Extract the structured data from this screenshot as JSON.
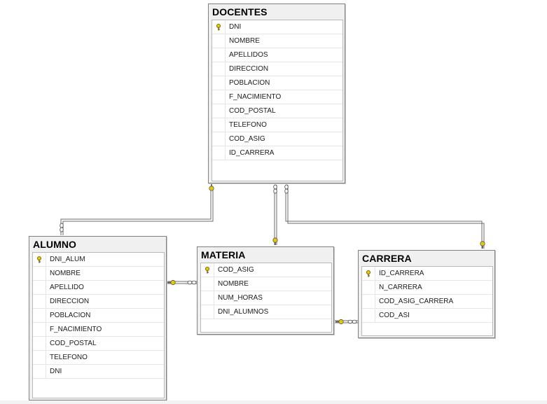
{
  "tables": {
    "docentes": {
      "title": "DOCENTES",
      "columns": [
        {
          "name": "DNI",
          "key": true
        },
        {
          "name": "NOMBRE",
          "key": false
        },
        {
          "name": "APELLIDOS",
          "key": false
        },
        {
          "name": "DIRECCION",
          "key": false
        },
        {
          "name": "POBLACION",
          "key": false
        },
        {
          "name": "F_NACIMIENTO",
          "key": false
        },
        {
          "name": "COD_POSTAL",
          "key": false
        },
        {
          "name": "TELEFONO",
          "key": false
        },
        {
          "name": "COD_ASIG",
          "key": false
        },
        {
          "name": "ID_CARRERA",
          "key": false
        }
      ]
    },
    "alumno": {
      "title": "ALUMNO",
      "columns": [
        {
          "name": "DNI_ALUM",
          "key": true
        },
        {
          "name": "NOMBRE",
          "key": false
        },
        {
          "name": "APELLIDO",
          "key": false
        },
        {
          "name": "DIRECCION",
          "key": false
        },
        {
          "name": "POBLACION",
          "key": false
        },
        {
          "name": "F_NACIMIENTO",
          "key": false
        },
        {
          "name": "COD_POSTAL",
          "key": false
        },
        {
          "name": "TELEFONO",
          "key": false
        },
        {
          "name": "DNI",
          "key": false
        }
      ]
    },
    "materia": {
      "title": "MATERIA",
      "columns": [
        {
          "name": "COD_ASIG",
          "key": true
        },
        {
          "name": "NOMBRE",
          "key": false
        },
        {
          "name": "NUM_HORAS",
          "key": false
        },
        {
          "name": "DNI_ALUMNOS",
          "key": false
        }
      ]
    },
    "carrera": {
      "title": "CARRERA",
      "columns": [
        {
          "name": "ID_CARRERA",
          "key": true
        },
        {
          "name": "N_CARRERA",
          "key": false
        },
        {
          "name": "COD_ASIG_CARRERA",
          "key": false
        },
        {
          "name": "COD_ASI",
          "key": false
        }
      ]
    }
  },
  "relationships": [
    {
      "from": "docentes",
      "to": "alumno"
    },
    {
      "from": "docentes",
      "to": "materia"
    },
    {
      "from": "docentes",
      "to": "carrera"
    },
    {
      "from": "alumno",
      "to": "materia"
    },
    {
      "from": "materia",
      "to": "carrera"
    }
  ],
  "colors": {
    "key_icon": "#e8c800",
    "line": "#6b6b6b",
    "title_bar": "#f0f0f0",
    "border": "#7f7f7f"
  },
  "icons": {
    "primary_key": "key-icon",
    "one_end": "key-icon",
    "many_end": "infinity-icon"
  }
}
